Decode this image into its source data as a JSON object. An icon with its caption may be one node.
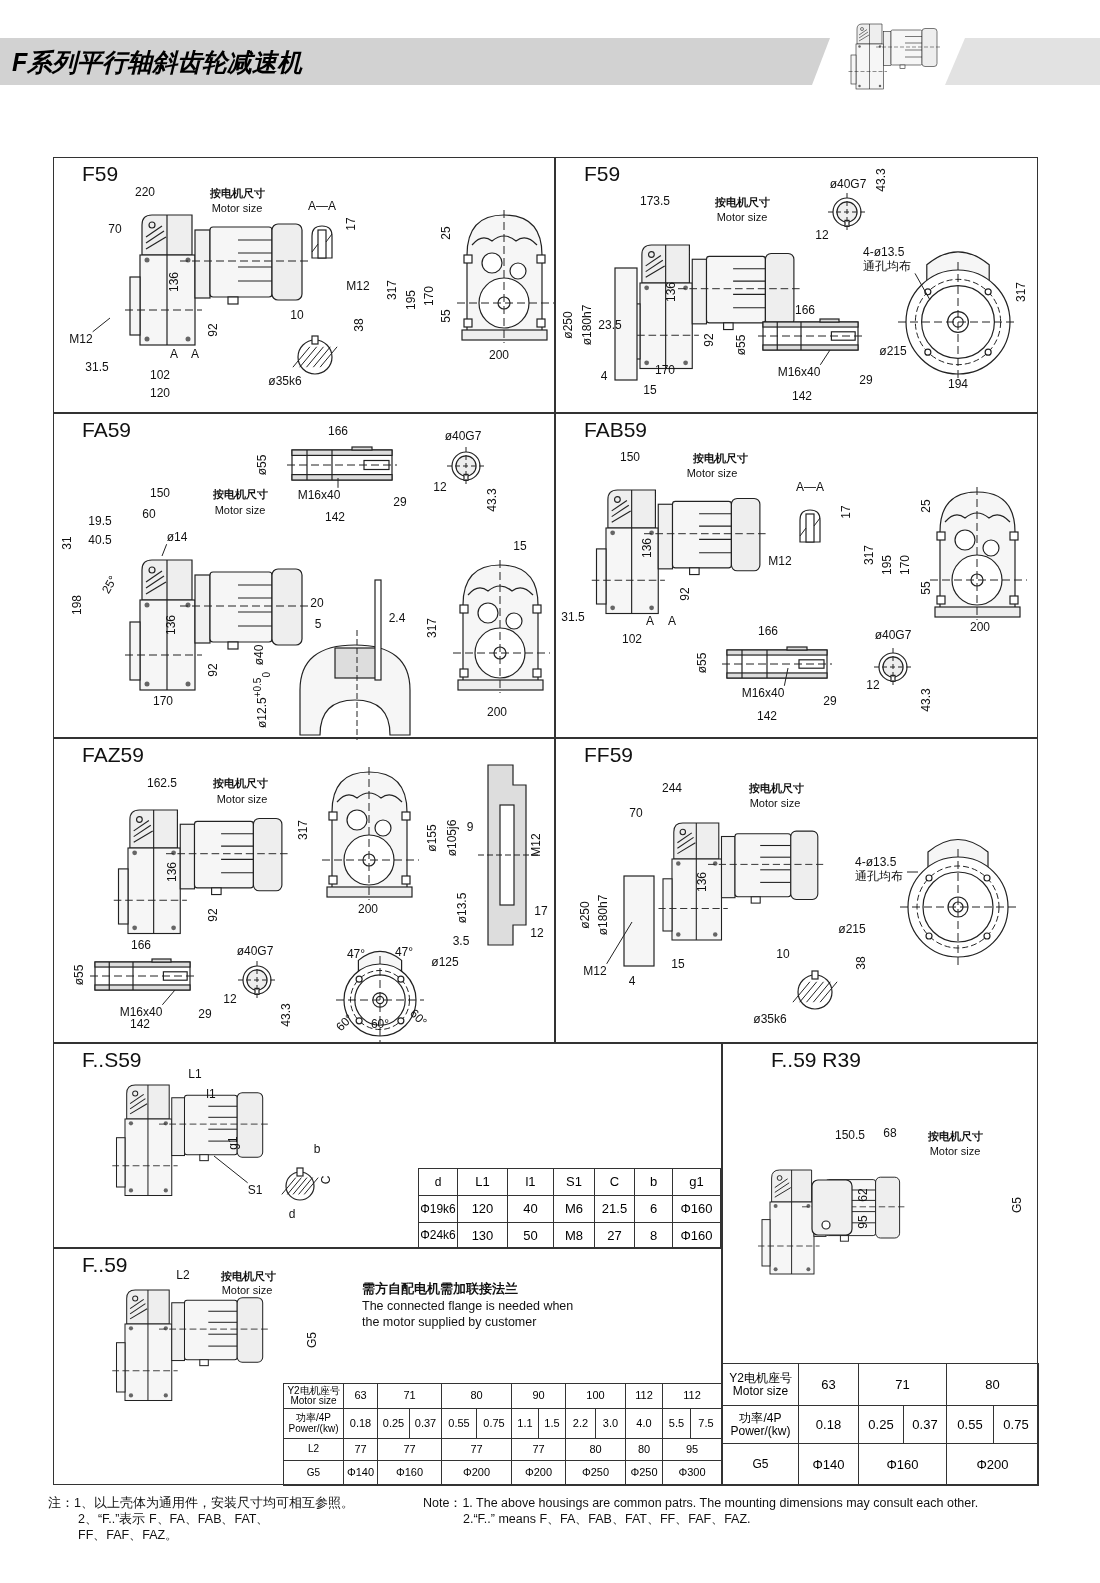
{
  "diagram": {
    "title": "F系列平行轴斜齿轮减速机",
    "nodes": [
      {
        "text": [
          "F59"
        ]
      },
      {
        "text": [
          "F59"
        ]
      },
      {
        "text": [
          "FA59"
        ]
      },
      {
        "text": [
          "FAB59"
        ]
      },
      {
        "text": [
          "FAZ59"
        ]
      },
      {
        "text": [
          "FF59"
        ]
      },
      {
        "text": [
          "F..S59"
        ]
      },
      {
        "text": [
          "F..59 R39"
        ]
      },
      {
        "text": [
          "F..59"
        ]
      },
      {
        "text": [
          "M12"
        ],
        "in": 0
      },
      {
        "text": [
          "4-ø13.5 通孔均布"
        ],
        "in": 1
      },
      {
        "text": [
          "M16x40"
        ],
        "in": 1
      },
      {
        "text": [
          "ø14"
        ],
        "in": 2
      },
      {
        "text": [
          "M16x40"
        ],
        "in": 2
      },
      {
        "text": [
          "M16x40"
        ],
        "in": 3
      },
      {
        "text": [
          "M16x40"
        ],
        "in": 4
      },
      {
        "text": [
          "4-ø13.5 通孔均布"
        ],
        "in": 5
      },
      {
        "text": [
          "M12"
        ],
        "in": 5
      },
      {
        "text": [
          "S1"
        ],
        "in": 6
      }
    ],
    "edges": [
      {
        "from": 9,
        "to": null,
        "arrow": "none"
      },
      {
        "from": 10,
        "to": null,
        "arrow": "none"
      },
      {
        "from": 11,
        "to": null,
        "arrow": "none"
      },
      {
        "from": 12,
        "to": null,
        "arrow": "none"
      },
      {
        "from": 13,
        "to": null,
        "arrow": "none"
      },
      {
        "from": 14,
        "to": null,
        "arrow": "none"
      },
      {
        "from": 15,
        "to": null,
        "arrow": "none"
      },
      {
        "from": 16,
        "to": null,
        "arrow": "none"
      },
      {
        "from": 17,
        "to": null,
        "arrow": "none"
      },
      {
        "from": 18,
        "to": null,
        "arrow": "none"
      }
    ],
    "labels": [
      "220",
      "按电机尺寸",
      "Motor size",
      "A—A",
      "70",
      "17",
      "136",
      "M12",
      "317",
      "195",
      "170",
      "25",
      "55",
      "10",
      "38",
      "92",
      "A",
      "A",
      "31.5",
      "102",
      "200",
      "ø35k6",
      "120",
      "ø40G7",
      "43.3",
      "173.5",
      "按电机尺寸",
      "Motor size",
      "12",
      "136",
      "166",
      "317",
      "ø250",
      "ø180h7",
      "23.5",
      "92",
      "ø55",
      "170",
      "ø215",
      "4",
      "29",
      "15",
      "194",
      "142",
      "166",
      "ø40G7",
      "ø55",
      "12",
      "29",
      "150",
      "按电机尺寸",
      "Motor size",
      "142",
      "43.3",
      "19.5",
      "60",
      "40.5",
      "31",
      "15",
      "25°",
      "198",
      "20",
      "136",
      "317",
      "5",
      "2.4",
      "ø40",
      "92",
      "ø12.5$^{+0.5}$$_{0}$",
      "170",
      "200",
      "150",
      "按电机尺寸",
      "Motor size",
      "A—A",
      "17",
      "25",
      "136",
      "317",
      "195",
      "170",
      "M12",
      "55",
      "92",
      "31.5",
      "A",
      "A",
      "200",
      "102",
      "166",
      "ø40G7",
      "ø55",
      "12",
      "29",
      "43.3",
      "142",
      "162.5",
      "按电机尺寸",
      "Motor size",
      "317",
      "ø155",
      "ø105j6",
      "9",
      "M12",
      "136",
      "200",
      "92",
      "ø13.5",
      "17",
      "12",
      "3.5",
      "166",
      "ø40G7",
      "47°",
      "47°",
      "ø125",
      "ø55",
      "12",
      "29",
      "43.3",
      "60°",
      "60°",
      "142",
      "60°",
      "244",
      "按电机尺寸",
      "Motor size",
      "70",
      "136",
      "ø250",
      "ø180h7",
      "ø215",
      "10",
      "38",
      "15",
      "4",
      "ø35k6",
      "L1",
      "l1",
      "g1",
      "b",
      "C",
      "d",
      "d",
      "L1",
      "l1",
      "S1",
      "C",
      "b",
      "g1",
      "Φ19k6",
      "120",
      "40",
      "M6",
      "21.5",
      "6",
      "Φ160",
      "Φ24k6",
      "130",
      "50",
      "M8",
      "27",
      "8",
      "Φ160",
      "150.5",
      "68",
      "按电机尺寸",
      "Motor size",
      "62",
      "G5",
      "95",
      "Y2电机座号 Motor size",
      "63",
      "71",
      "80",
      "功率/4P Power/(kw)",
      "0.18",
      "0.25",
      "0.37",
      "0.55",
      "0.75",
      "G5",
      "Φ140",
      "Φ160",
      "Φ200",
      "L2",
      "按电机尺寸",
      "Motor size",
      "需方自配电机需加联接法兰",
      "The connected flange is needed when the motor supplied by customer",
      "G5",
      "Y2电机座号 Motor size",
      "63",
      "71",
      "80",
      "90",
      "100",
      "112",
      "112",
      "功率/4P Power/(kw)",
      "0.18",
      "0.25",
      "0.37",
      "0.55",
      "0.75",
      "1.1",
      "1.5",
      "2.2",
      "3.0",
      "4.0",
      "5.5",
      "7.5",
      "L2",
      "77",
      "77",
      "77",
      "77",
      "80",
      "80",
      "95",
      "G5",
      "Φ140",
      "Φ160",
      "Φ200",
      "Φ200",
      "Φ250",
      "Φ250",
      "Φ300",
      "注：1、以上壳体为通用件，安装尺寸均可相互参照。",
      "2、“F..”表示 F、FA、FAB、FAT、 FF、FAF、FAZ。",
      "Note：1. The above housings are common patrs. The mounting dimensions may consult each other.",
      "2.“F..” means F、FA、FAB、FAT、FF、FAF、FAZ."
    ]
  }
}
